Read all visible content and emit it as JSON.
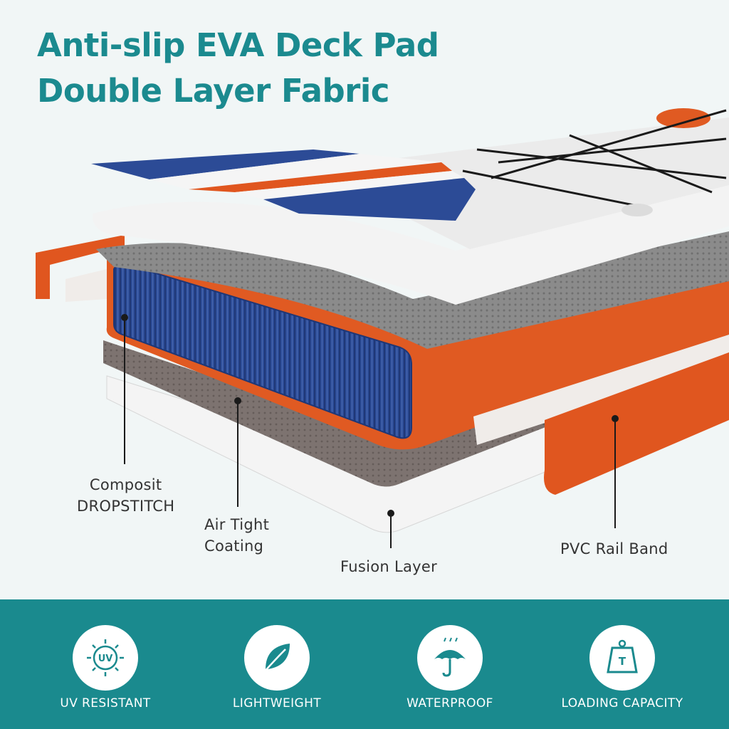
{
  "title": {
    "line1": "Anti-slip EVA Deck Pad",
    "line2": "Double Layer Fabric"
  },
  "colors": {
    "accent": "#1b8a8f",
    "band": "#1a8a8e",
    "orange": "#e0561f",
    "navy": "#2c4b96",
    "gray": "#8c8c8c"
  },
  "callouts": {
    "dropstitch": {
      "line1": "Composit",
      "line2": "DROPSTITCH"
    },
    "coating": {
      "line1": "Air Tight",
      "line2": "Coating"
    },
    "fusion": {
      "line1": "Fusion Layer"
    },
    "rail": {
      "line1": "PVC Rail Band"
    }
  },
  "features": [
    {
      "icon": "uv-sun-icon",
      "icon_text": "UV",
      "label": "UV RESISTANT"
    },
    {
      "icon": "leaf-icon",
      "label": "LIGHTWEIGHT"
    },
    {
      "icon": "umbrella-rain-icon",
      "label": "WATERPROOF"
    },
    {
      "icon": "weight-icon",
      "icon_text": "T",
      "label": "LOADING CAPACITY"
    }
  ]
}
